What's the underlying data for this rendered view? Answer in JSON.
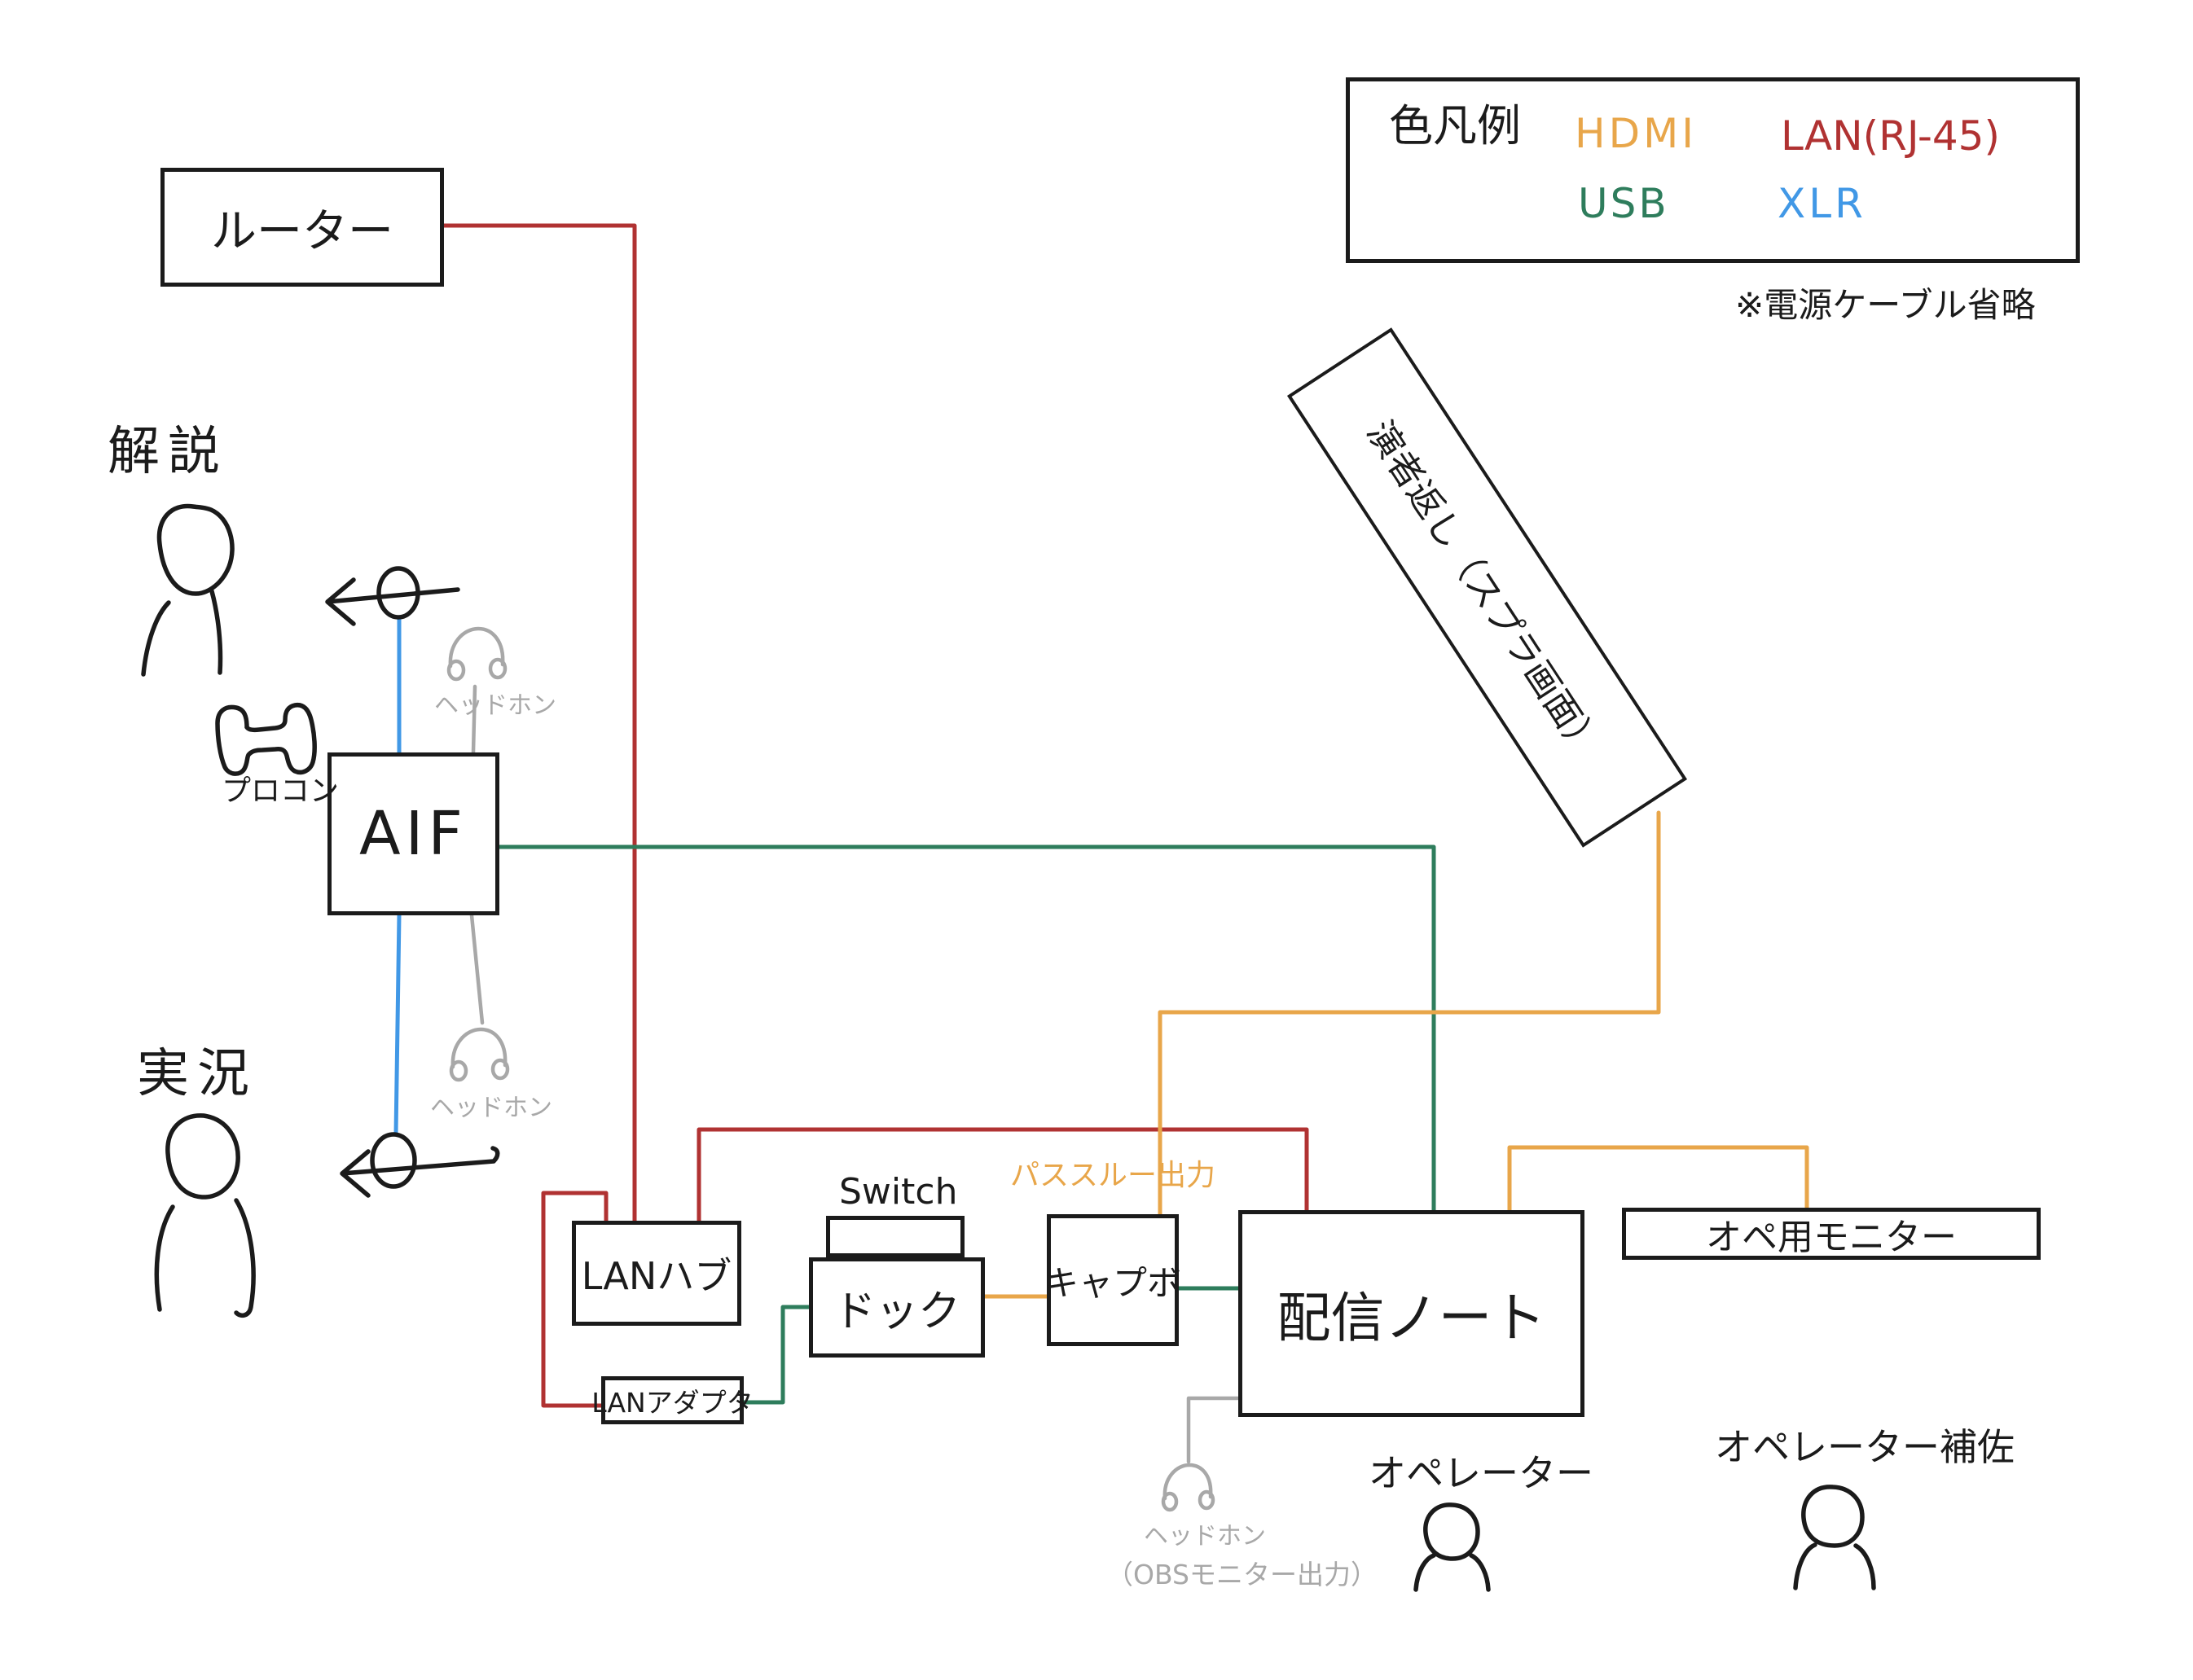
{
  "colors": {
    "hdmi": "#E8A64A",
    "lan": "#B03232",
    "usb": "#2E7D5C",
    "xlr": "#4198E6",
    "ink": "#1B1B1B",
    "gray": "#A8A8A8"
  },
  "legend": {
    "title": "色凡例",
    "items": [
      {
        "label": "HDMI",
        "color": "hdmi"
      },
      {
        "label": "LAN(RJ-45)",
        "color": "lan"
      },
      {
        "label": "USB",
        "color": "usb"
      },
      {
        "label": "XLR",
        "color": "xlr"
      }
    ],
    "note": "※電源ケーブル省略"
  },
  "nodes": {
    "router": "ルーター",
    "aif": "AIF",
    "lan_hub": "LANハブ",
    "lan_adapter": "LANアダプタ",
    "switch_console": "Switch",
    "dock": "ドック",
    "capture_board": "キャプボ",
    "stream_laptop": "配信ノート",
    "op_monitor": "オペ用モニター",
    "performer_return_monitor": "演者返し（スプラ画面）"
  },
  "labels": {
    "commentary": "解説",
    "play_by_play": "実況",
    "pro_controller": "プロコン",
    "headphones": "ヘッドホン",
    "obs_monitor_out": "（OBSモニター出力）",
    "passthrough_out": "パススルー出力",
    "operator": "オペレーター",
    "operator_assistant": "オペレーター補佐"
  }
}
